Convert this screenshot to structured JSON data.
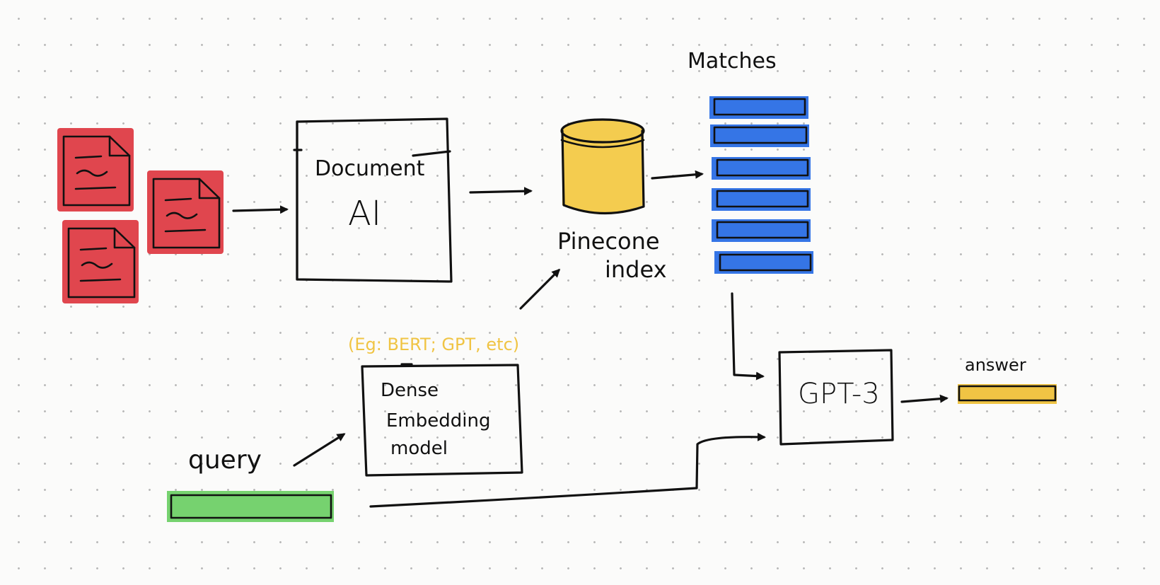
{
  "labels": {
    "document_ai_line1": "Document",
    "document_ai_line2": "AI",
    "pinecone_line1": "Pinecone",
    "pinecone_line2": "index",
    "matches": "Matches",
    "embedding_note": "(Eg: BERT; GPT, etc)",
    "dense_line1": "Dense",
    "dense_line2": "Embedding",
    "dense_line3": "model",
    "query": "query",
    "gpt3": "GPT-3",
    "answer": "answer"
  },
  "colors": {
    "document_red": "#e0464e",
    "match_blue": "#3575e6",
    "pinecone_yellow": "#f4cc4f",
    "query_green": "#76d26f",
    "answer_yellow": "#f0c444",
    "note_yellow": "#f0c444",
    "ink": "#111111"
  },
  "icons": [
    "document-icon",
    "cylinder-icon"
  ]
}
